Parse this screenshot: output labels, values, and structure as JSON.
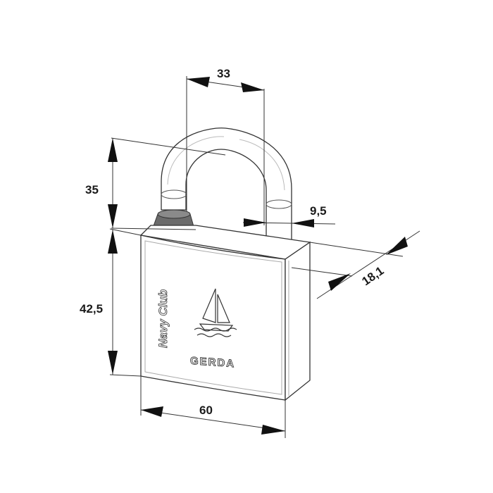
{
  "dimensions": {
    "shackle_width": "33",
    "shackle_clearance": "35",
    "shackle_diameter": "9,5",
    "body_depth": "18,1",
    "body_height": "42,5",
    "body_width": "60"
  },
  "engraving": {
    "model_text": "Navy Club",
    "brand_text": "GERDA"
  },
  "colors": {
    "line": "#333333",
    "shackle_collar": "#6b6b6b",
    "background": "#ffffff"
  },
  "icons": {
    "emblem": "sailboat-icon"
  }
}
